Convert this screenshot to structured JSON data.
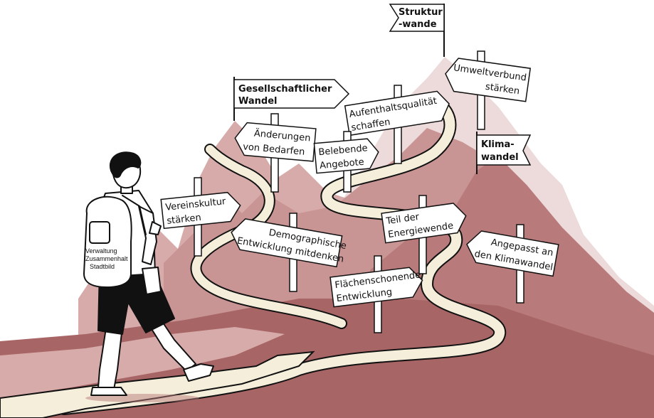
{
  "colors": {
    "far_mountain": "#eddada",
    "mid_mountain": "#d8abab",
    "main_mountain": "#c99494",
    "front_mountain": "#b87a7a",
    "dark_mountain": "#a86565",
    "path": "#f4eedb",
    "outline": "#111111",
    "sign_fill": "#ffffff"
  },
  "flags": {
    "strukturwandel": [
      "Struktur",
      "-wande"
    ],
    "gesellschaftlicher": [
      "Gesellschaftlicher",
      "Wandel"
    ],
    "klimawandel": [
      "Klima-",
      "wandel"
    ]
  },
  "signs": {
    "umweltverbund": [
      "Umweltverbund",
      "stärken"
    ],
    "aufenthaltsqualitaet": [
      "Aufenthaltsqualität",
      "schaffen"
    ],
    "aenderungen": [
      "Änderungen",
      "von Bedarfen"
    ],
    "belebende": [
      "Belebende",
      "Angebote"
    ],
    "vereinskultur": [
      "Vereinskultur",
      "stärken"
    ],
    "demographische": [
      "Demographische",
      "Entwicklung mitdenken"
    ],
    "energiewende": [
      "Teil der",
      "Energiewende"
    ],
    "angepasst": [
      "Angepasst an",
      "den Klimawandel"
    ],
    "flaechenschonende": [
      "Flächenschonende",
      "Entwicklung"
    ]
  },
  "backpack": [
    "Verwaltung",
    "Zusammenhalt",
    "Stadtbild"
  ],
  "icons": {
    "hiker": "hiker-illustration"
  }
}
